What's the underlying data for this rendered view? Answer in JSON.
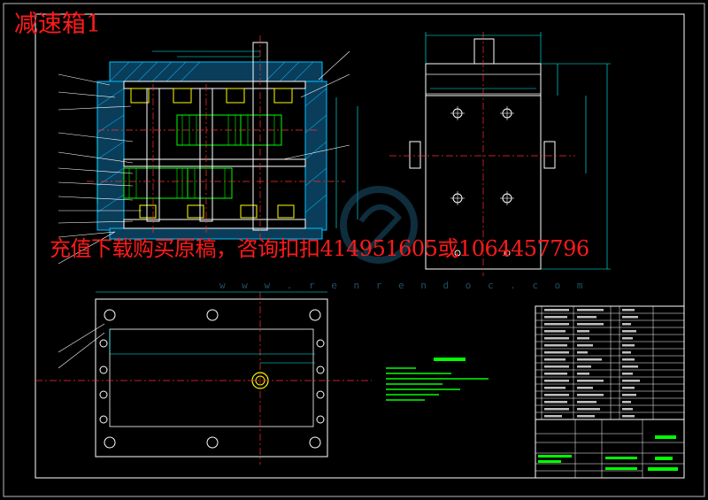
{
  "overlay": {
    "title": "减速箱1",
    "advert": "充值下载购买原稿，咨询扣扣414951605或1064457796"
  },
  "watermark": {
    "url": "w w w . r e n r e n d o c . c o m"
  },
  "colors": {
    "background": "#000000",
    "line": "#ffffff",
    "hatch": "#00c0ff",
    "centerline": "#ff3030",
    "gear": "#00ff00",
    "part": "#ffff00",
    "dimension": "#00ffff",
    "note": "#00ff00",
    "overlay_text": "#ff1a1a",
    "watermark": "#2a6b8a"
  }
}
